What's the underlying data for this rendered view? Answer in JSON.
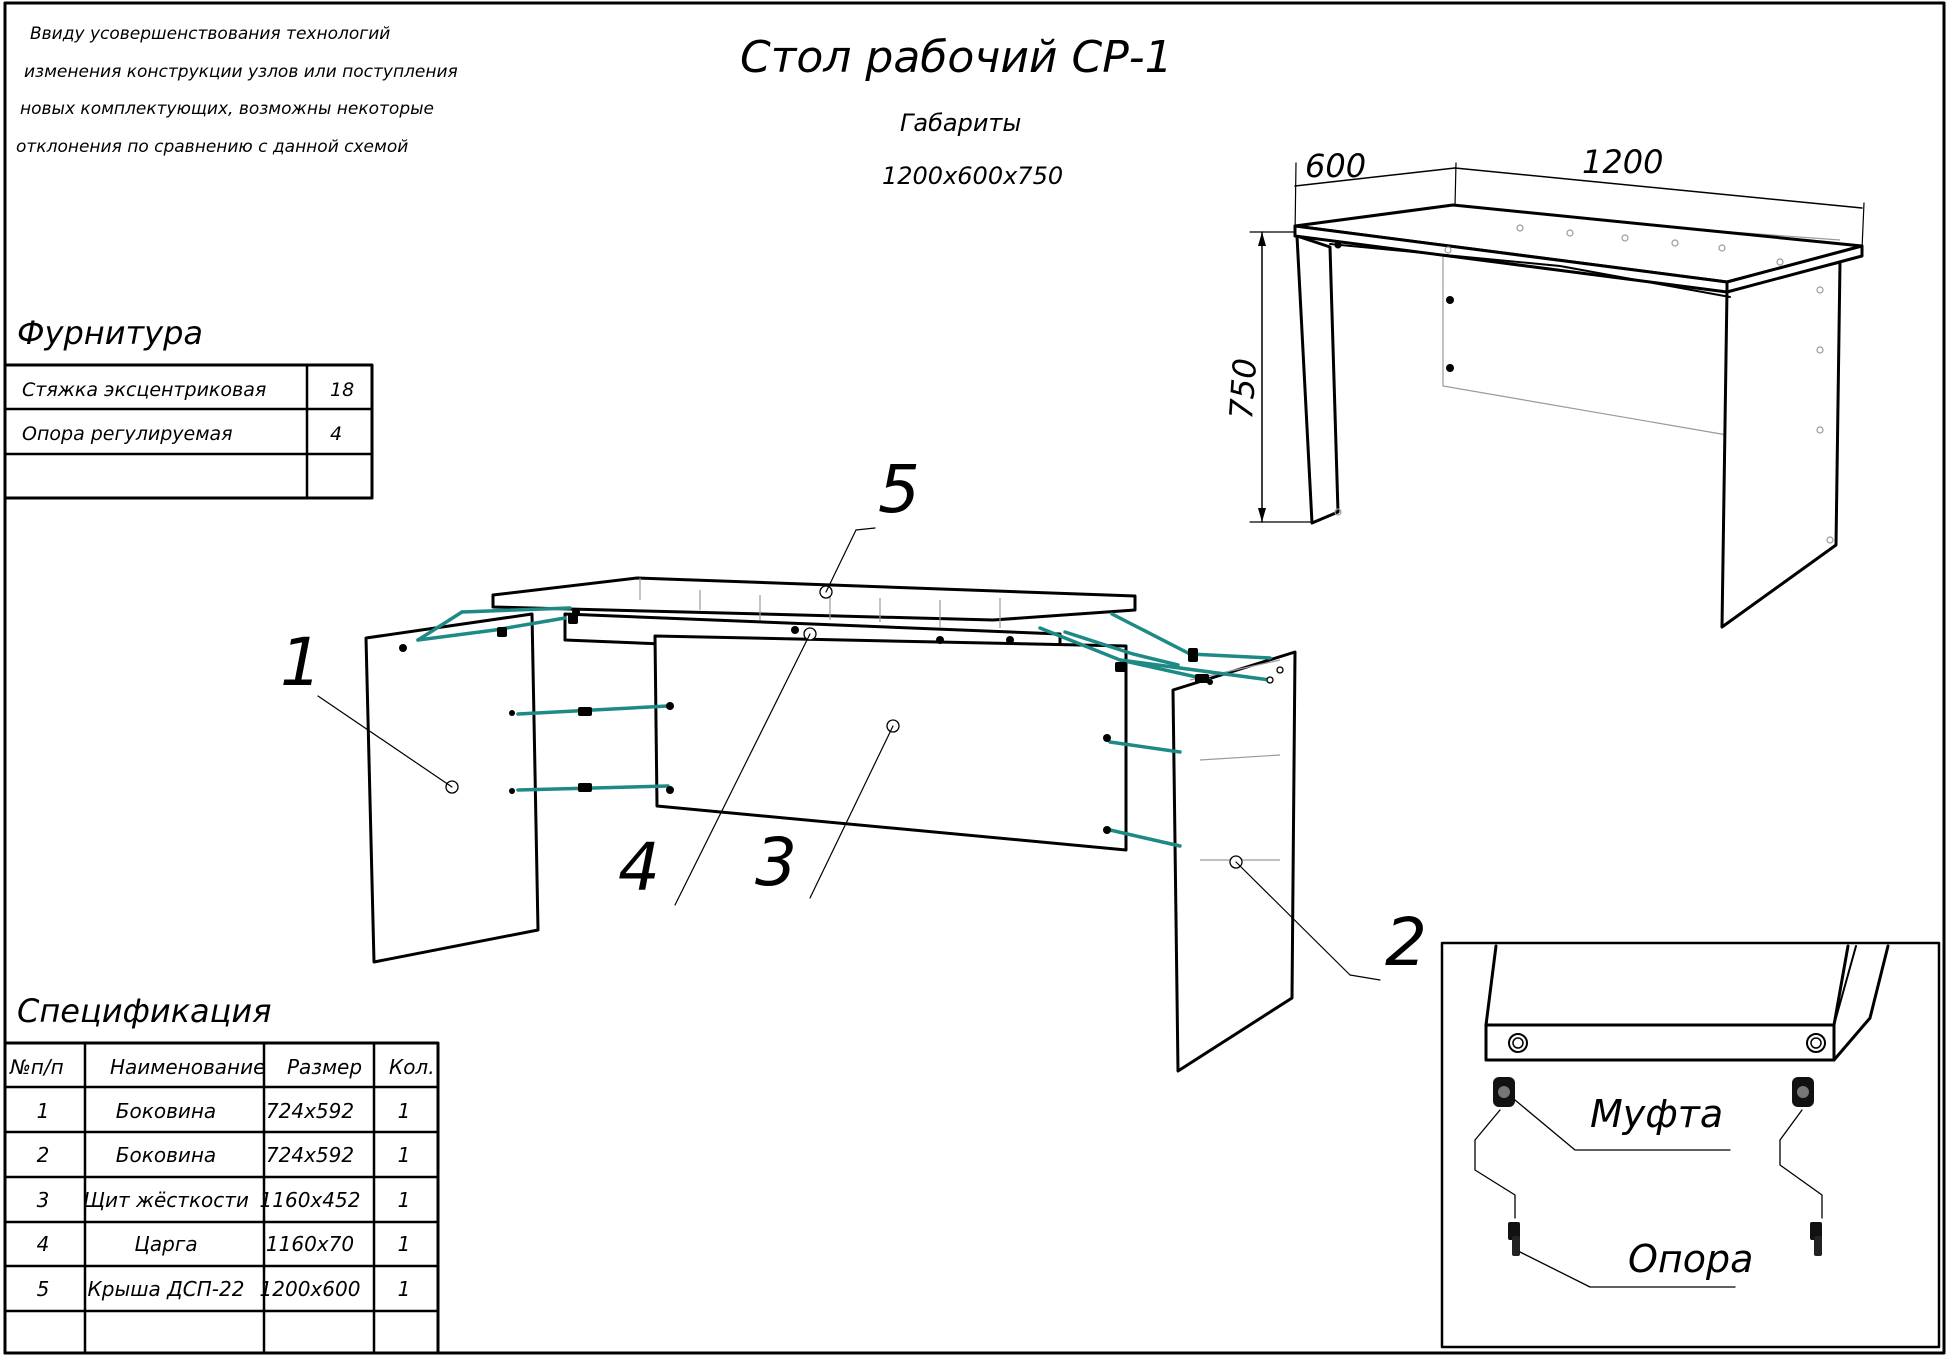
{
  "drawing": {
    "title": "Стол рабочий СР-1",
    "dims_label": "Габариты",
    "dims_value": "1200х600х750",
    "note": [
      "Ввиду усовершенствования технологий",
      "изменения конструкции узлов или поступления",
      "новых комплектующих, возможны некоторые",
      "отклонения по сравнению с данной схемой"
    ]
  },
  "hardware": {
    "heading": "Фурнитура",
    "rows": [
      {
        "name": "Стяжка эксцентриковая",
        "qty": "18"
      },
      {
        "name": "Опора регулируемая",
        "qty": "4"
      },
      {
        "name": "",
        "qty": ""
      }
    ]
  },
  "specification": {
    "heading": "Спецификация",
    "columns": [
      "№п/п",
      "Наименование",
      "Размер",
      "Кол."
    ],
    "rows": [
      [
        "1",
        "Боковина",
        "724х592",
        "1"
      ],
      [
        "2",
        "Боковина",
        "724х592",
        "1"
      ],
      [
        "3",
        "Щит жёсткости",
        "1160х452",
        "1"
      ],
      [
        "4",
        "Царга",
        "1160х70",
        "1"
      ],
      [
        "5",
        "Крыша ДСП-22",
        "1200х600",
        "1"
      ],
      [
        "",
        "",
        "",
        ""
      ]
    ]
  },
  "dimensions": {
    "depth": "600",
    "width": "1200",
    "height": "750"
  },
  "callouts": [
    "1",
    "2",
    "3",
    "4",
    "5"
  ],
  "detail": {
    "coupling_label": "Муфта",
    "foot_label": "Опора"
  },
  "colors": {
    "line": "#000000",
    "connector": "#1e8a86",
    "hidden": "#9a9a9a",
    "paper": "#ffffff"
  }
}
